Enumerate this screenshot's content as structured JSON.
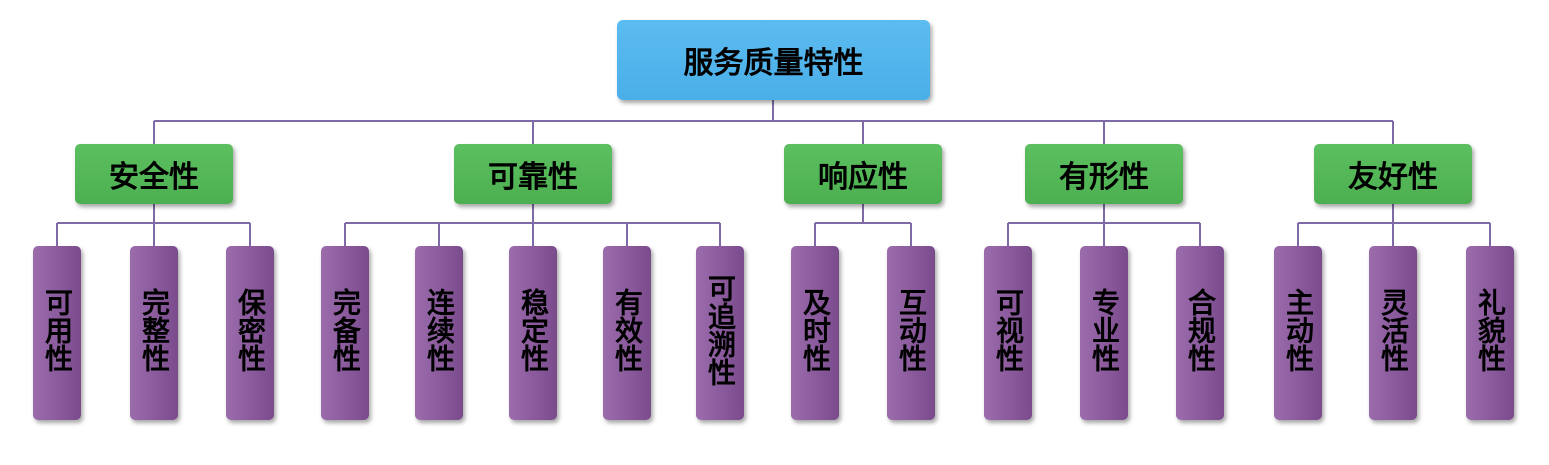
{
  "colors": {
    "root_fill": "#4aaee8",
    "category_fill": "#4caf50",
    "leaf_fill": "#8a5a9c",
    "connector": "#7e6aa6"
  },
  "root": {
    "label": "服务质量特性"
  },
  "categories": [
    {
      "label": "安全性",
      "children": [
        "可用性",
        "完整性",
        "保密性"
      ]
    },
    {
      "label": "可靠性",
      "children": [
        "完备性",
        "连续性",
        "稳定性",
        "有效性",
        "可追溯性"
      ]
    },
    {
      "label": "响应性",
      "children": [
        "及时性",
        "互动性"
      ]
    },
    {
      "label": "有形性",
      "children": [
        "可视性",
        "专业性",
        "合规性"
      ]
    },
    {
      "label": "友好性",
      "children": [
        "主动性",
        "灵活性",
        "礼貌性"
      ]
    }
  ]
}
